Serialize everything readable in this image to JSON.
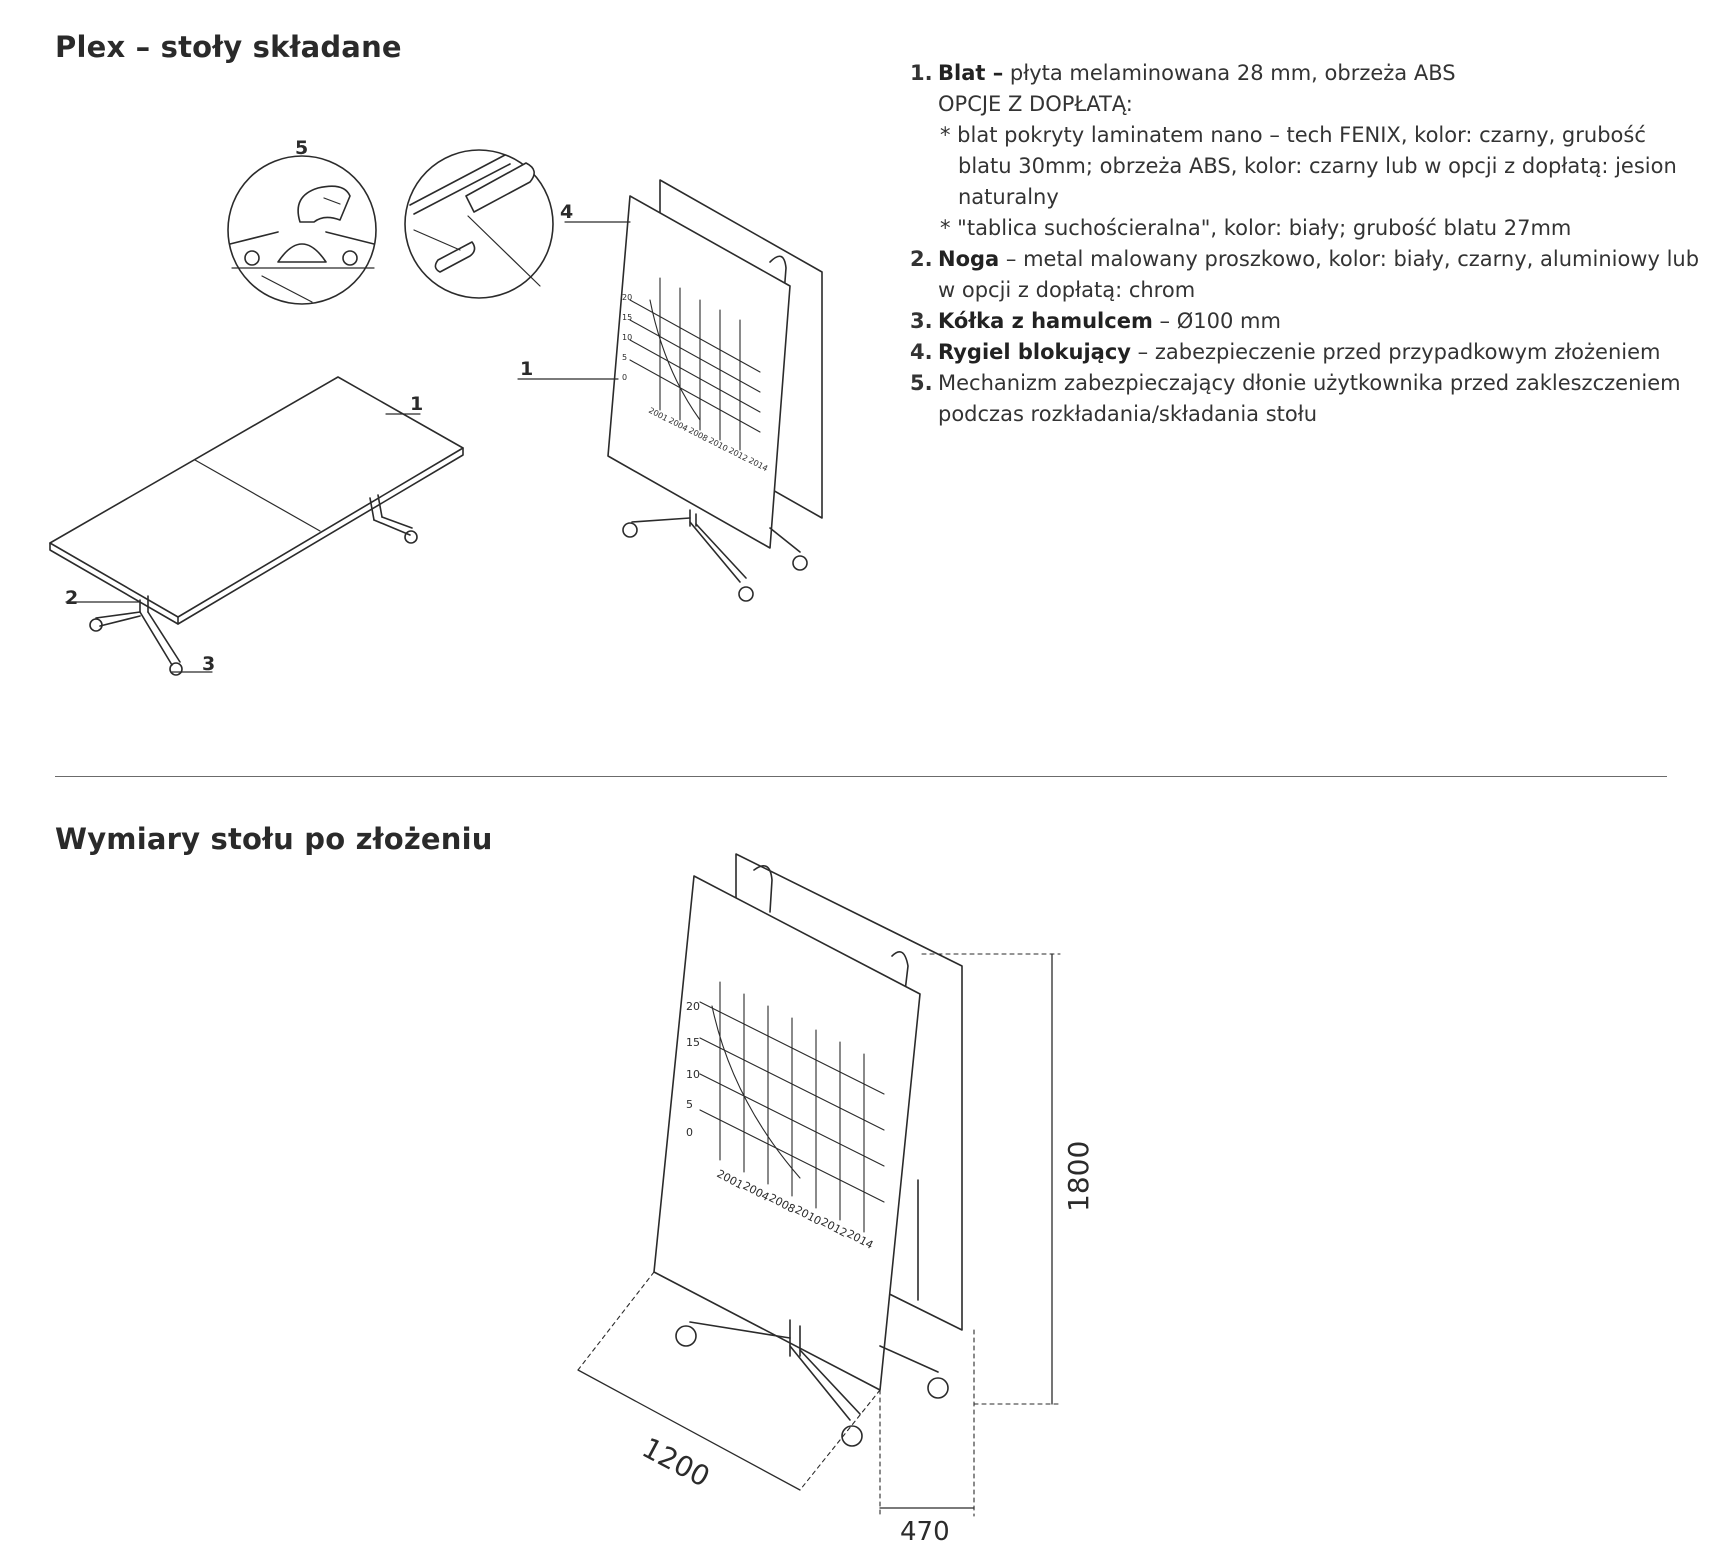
{
  "titles": {
    "main": "Plex – stoły składane",
    "dimensions": "Wymiary stołu po złożeniu"
  },
  "callouts": [
    "1",
    "2",
    "3",
    "4",
    "5"
  ],
  "specs": {
    "item1": {
      "num": "1.",
      "name": "Blat –",
      "text": "płyta melaminowana 28 mm, obrzeża ABS"
    },
    "options_header": "OPCJE Z DOPŁATĄ:",
    "opt1_line1": "* blat pokryty laminatem nano – tech FENIX, kolor: czarny, grubość",
    "opt1_line2": "blatu 30mm; obrzeża ABS, kolor: czarny lub w opcji z dopłatą: jesion",
    "opt1_line3": "naturalny",
    "opt2": "* \"tablica suchościeralna\", kolor: biały; grubość blatu 27mm",
    "item2": {
      "num": "2.",
      "name": "Noga",
      "text": "– metal malowany proszkowo, kolor: biały, czarny, aluminiowy lub",
      "text2": "w opcji z dopłatą: chrom"
    },
    "item3": {
      "num": "3.",
      "name": "Kółka z hamulcem",
      "text": "– Ø100 mm"
    },
    "item4": {
      "num": "4.",
      "name": "Rygiel blokujący",
      "text": "– zabezpieczenie przed przypadkowym złożeniem"
    },
    "item5": {
      "num": "5.",
      "text": "Mechanizm zabezpieczający dłonie użytkownika przed zakleszczeniem",
      "text2": "podczas rozkładania/składania stołu"
    }
  },
  "board_labels": {
    "y_ticks": [
      "20",
      "15",
      "10",
      "5",
      "0"
    ],
    "x_ticks": [
      "2001",
      "2004",
      "2008",
      "2010",
      "2012",
      "2014"
    ]
  },
  "dimensions": {
    "height": "1800",
    "width": "1200",
    "depth": "470"
  }
}
